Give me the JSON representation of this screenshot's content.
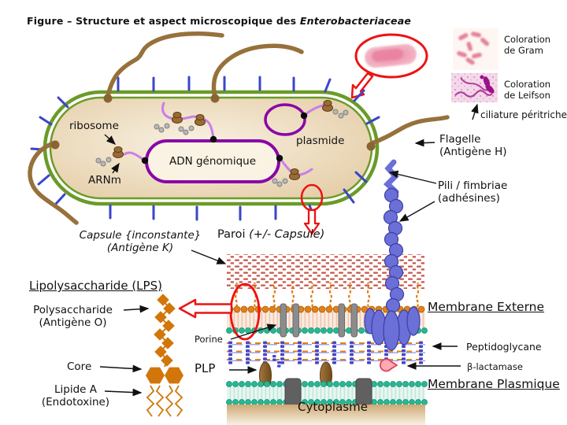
{
  "title": {
    "prefix": "Figure – Structure et aspect microscopique des ",
    "species": "Enterobacteriaceae"
  },
  "stains": {
    "gram_label": "Coloration\nde Gram",
    "leifson_label": "Coloration\nde Leifson",
    "ciliature_label": "ciliature péritriche"
  },
  "cell": {
    "ribosome": "ribosome",
    "arnm": "ARNm",
    "adn": "ADN génomique",
    "plasmide": "plasmide"
  },
  "labels": {
    "flagelle": "Flagelle\n(Antigène H)",
    "pili": "Pili / fimbriae\n(adhésines)",
    "capsule": "Capsule {inconstante}\n(Antigène K)",
    "paroi_plain": "Paroi ",
    "paroi_italic": "(+/- Capsule)",
    "lps_title": "Lipolysaccharide (LPS)",
    "polysaccharide": "Polysaccharide\n(Antigène O)",
    "core": "Core",
    "lipide": "Lipide A\n(Endotoxine)",
    "porine": "Porine",
    "plp": "PLP",
    "membrane_externe": "Membrane Externe",
    "peptidoglycane": "Peptidoglycane",
    "beta_lactamase": "β-lactamase",
    "membrane_plasmique": "Membrane Plasmique",
    "cytoplasme": "Cytoplasme"
  },
  "colors": {
    "cell_wall_green": "#6a9b28",
    "cell_fill": "#e8d2aa",
    "flagellum_brown": "#97713b",
    "pili_blue": "#3a46c8",
    "dna_purple": "#8a06a8",
    "mrna_violet": "#c97fe8",
    "ribosome_brown": "#9a6b35",
    "lps_orange": "#d2760a",
    "highlight_red": "#ee1111",
    "membrane_teal": "#28b793",
    "porin_gray": "#8c8c8c",
    "peptidoglycan_blue": "#4448c8",
    "capsule_brick": "#c4574a",
    "pilus_blue": "#6b6fd8",
    "gram_pink": "#e68298",
    "leifson_purple": "#a3138f"
  }
}
